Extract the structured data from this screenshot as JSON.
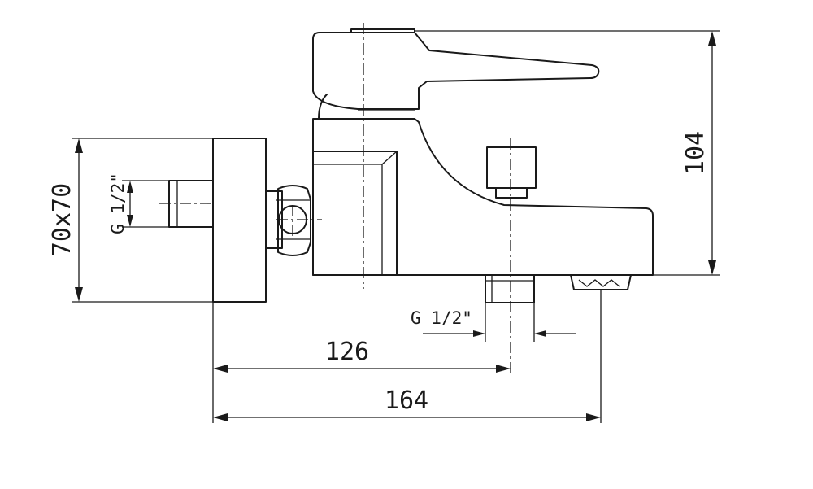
{
  "drawing": {
    "dimensions": {
      "overall_width": "164",
      "outlet_distance": "126",
      "height": "104",
      "wall_plate": "70x70",
      "inlet_thread": "G 1/2\"",
      "outlet_thread": "G 1/2\""
    }
  }
}
